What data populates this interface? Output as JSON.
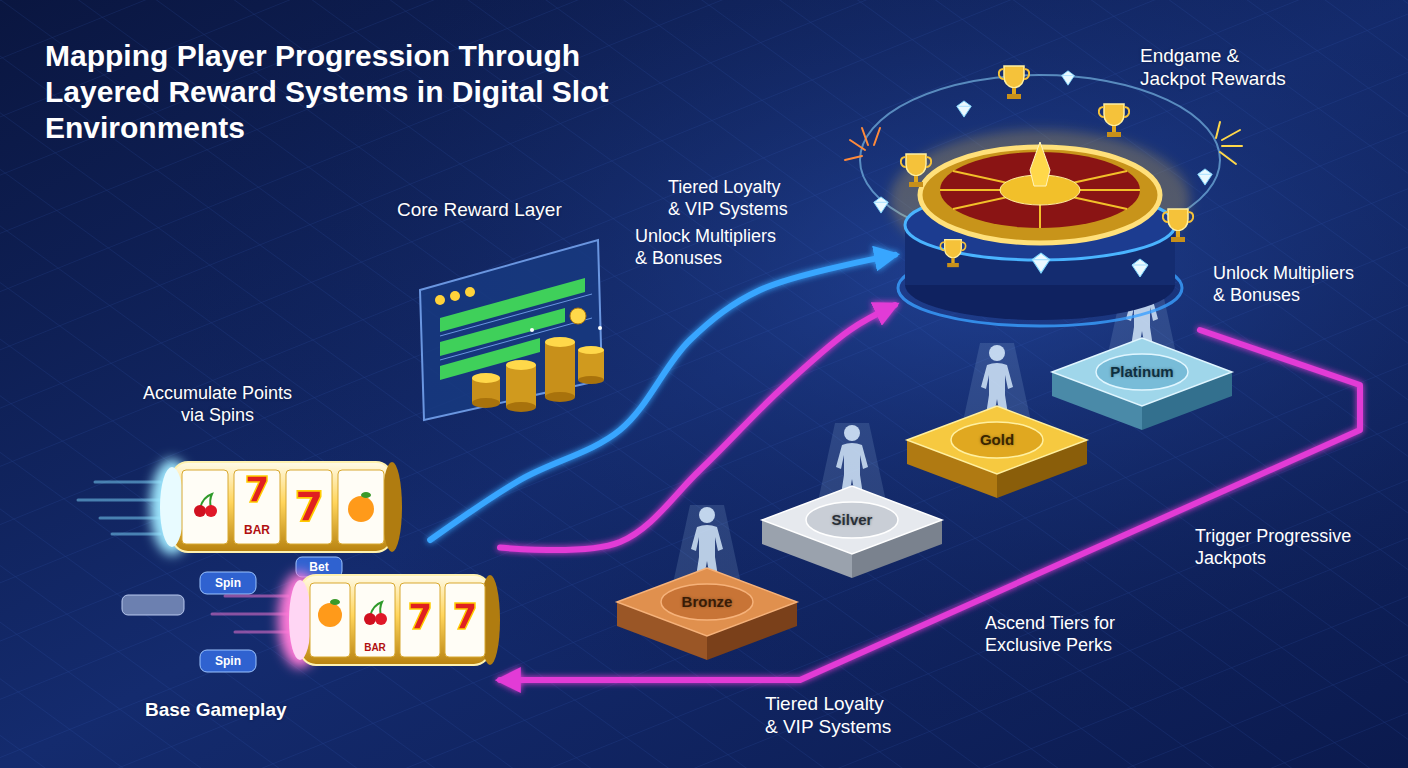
{
  "diagram": {
    "title": "Mapping Player Progression Through Layered Reward Systems in Digital Slot Environments",
    "nodes": [
      {
        "text": [
          "Accumulate Points via Spins"
        ]
      },
      {
        "text": [
          "Base Gameplay"
        ]
      },
      {
        "text": [
          "Core Reward Layer"
        ]
      },
      {
        "text": [
          "Endgame & Jackpot Rewards"
        ]
      },
      {
        "text": [
          "Bronze"
        ]
      },
      {
        "text": [
          "Silver"
        ]
      },
      {
        "text": [
          "Gold"
        ]
      },
      {
        "text": [
          "Platinum"
        ]
      }
    ],
    "edges": [
      {
        "from": 1,
        "to": 3,
        "arrow": "to"
      },
      {
        "from": 1,
        "to": 3,
        "arrow": "to"
      },
      {
        "from": 3,
        "to": 1,
        "arrow": "to"
      }
    ],
    "labels": [
      "Tiered Loyalty & VIP Systems",
      "Unlock Multipliers & Bonuses",
      "Unlock Multipliers & Bonuses",
      "Trigger Progressive Jackpots",
      "Ascend Tiers for Exclusive Perks",
      "Tiered Loyalty & VIP Systems",
      "BAR",
      "Bet",
      "Spin",
      "BAR",
      "Spin"
    ]
  }
}
